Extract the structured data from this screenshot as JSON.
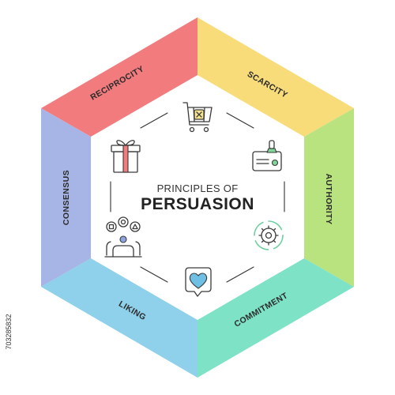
{
  "title": {
    "line1": "PRINCIPLES OF",
    "line2": "PERSUASION"
  },
  "segments": [
    {
      "id": "reciprocity",
      "label": "RECIPROCITY",
      "color": "#f27b7e",
      "icon": "gift-icon"
    },
    {
      "id": "scarcity",
      "label": "SCARCITY",
      "color": "#f9dc7a",
      "icon": "shopping-cart-icon"
    },
    {
      "id": "authority",
      "label": "AUTHORITY",
      "color": "#b9e37f",
      "icon": "stamp-certificate-icon"
    },
    {
      "id": "commitment",
      "label": "COMMITMENT",
      "color": "#7ee2c7",
      "icon": "gear-cycle-icon"
    },
    {
      "id": "liking",
      "label": "LIKING",
      "color": "#8fd0ea",
      "icon": "heart-bubble-icon"
    },
    {
      "id": "consensus",
      "label": "CONSENSUS",
      "color": "#a7b4e6",
      "icon": "group-shapes-icon"
    }
  ],
  "watermark": {
    "side_id": "703285832"
  }
}
